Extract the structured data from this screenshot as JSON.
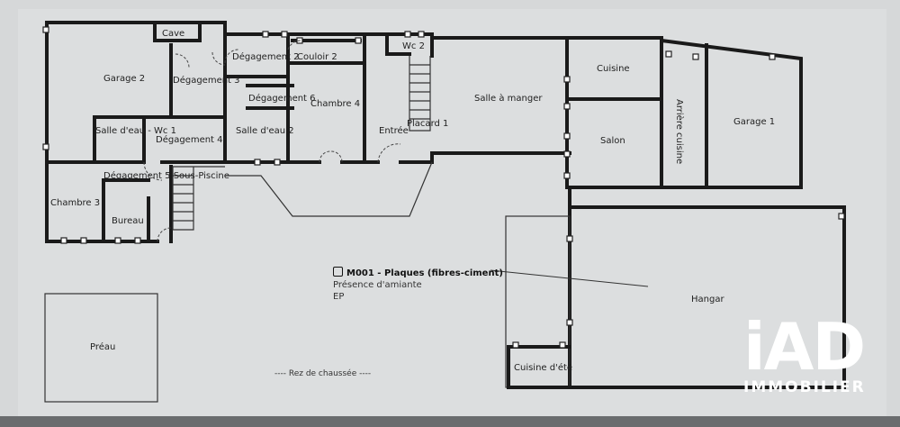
{
  "rooms": {
    "garage2": "Garage 2",
    "cave": "Cave",
    "degagement3": "Dégagement 3",
    "salle_eau_wc1": "Salle d'eau - Wc 1",
    "degagement4": "Dégagement 4",
    "degagement5": "Dégagement 5 Sous-Piscine",
    "chambre3": "Chambre 3",
    "bureau": "Bureau",
    "degagement2": "Dégagement 2",
    "couloir2": "Couloir 2",
    "degagement6": "Dégagement 6",
    "chambre4": "Chambre 4",
    "salle_eau2": "Salle d'eau 2",
    "wc2": "Wc 2",
    "entree": "Entrée",
    "placard1": "Placard 1",
    "salle_a_manger": "Salle à manger",
    "cuisine": "Cuisine",
    "salon": "Salon",
    "arriere_cuisine": "Arrière cuisine",
    "garage1": "Garage 1",
    "hangar": "Hangar",
    "preau": "Préau",
    "cuisine_ete": "Cuisine d'été"
  },
  "annotation": {
    "title": "M001 - Plaques (fibres-ciment)",
    "line2": "Présence d'amiante",
    "line3": "EP"
  },
  "level_label": "---- Rez de chaussée ----",
  "logo": {
    "main": "iAD",
    "sub": "IMMOBILIER"
  }
}
